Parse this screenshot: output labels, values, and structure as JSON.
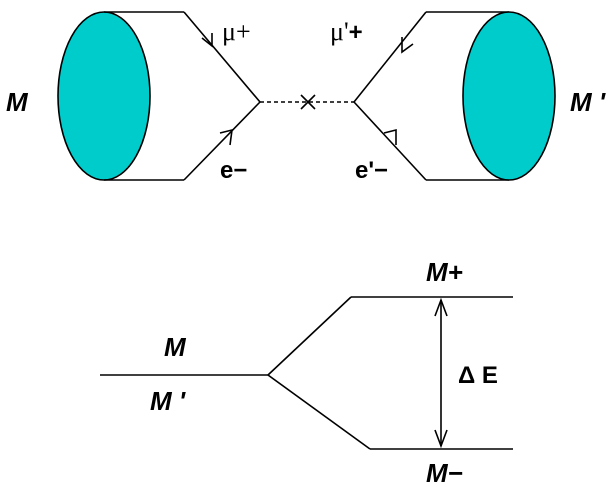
{
  "colors": {
    "blob_fill": "#00CCCC",
    "line": "#000000"
  },
  "top_diagram": {
    "left_meson": "M",
    "right_meson": "M '",
    "mu_plus": "μ+",
    "mu_prime_plus_base": "μ'",
    "mu_prime_plus_sign": "+",
    "e_minus": "e−",
    "e_prime_minus": "e'−",
    "cross_symbol": "×"
  },
  "bottom_diagram": {
    "state_m": "M",
    "state_m_prime": "M '",
    "upper_level": "M+",
    "lower_level": "M−",
    "splitting": "Δ E"
  }
}
